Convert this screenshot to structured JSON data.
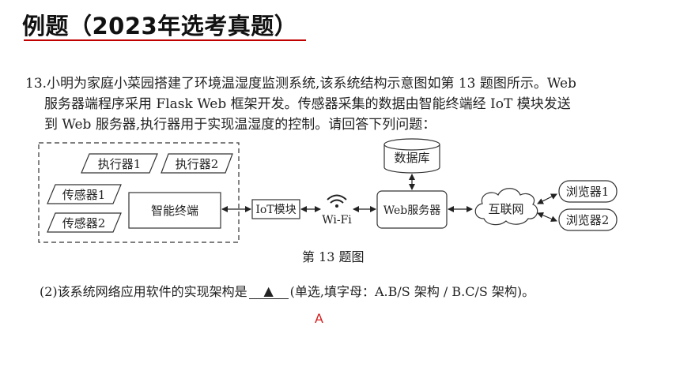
{
  "header": {
    "title": "例题（2023年选考真题）"
  },
  "question": {
    "line1": "13.小明为家庭小菜园搭建了环境温湿度监测系统,该系统结构示意图如第 13 题图所示。Web",
    "line2": "服务器端程序采用 Flask Web 框架开发。传感器采集的数据由智能终端经 IoT 模块发送",
    "line3": "到 Web 服务器,执行器用于实现温湿度的控制。请回答下列问题："
  },
  "diagram": {
    "actuator1": "执行器1",
    "actuator2": "执行器2",
    "sensor1": "传感器1",
    "sensor2": "传感器2",
    "terminal": "智能终端",
    "iot": "IoT模块",
    "wifi": "Wi-Fi",
    "database": "数据库",
    "webserver": "Web服务器",
    "internet": "互联网",
    "browser1": "浏览器1",
    "browser2": "浏览器2",
    "caption": "第 13 题图"
  },
  "sub_question": {
    "prefix": "(2)该系统网络应用软件的实现架构是",
    "blank_marker": "▲",
    "suffix": "(单选,填字母：A.B/S 架构  / B.C/S 架构)。"
  },
  "answer": {
    "text": "A"
  },
  "colors": {
    "title_rule": "#c00000",
    "answer": "#d21e1e"
  }
}
